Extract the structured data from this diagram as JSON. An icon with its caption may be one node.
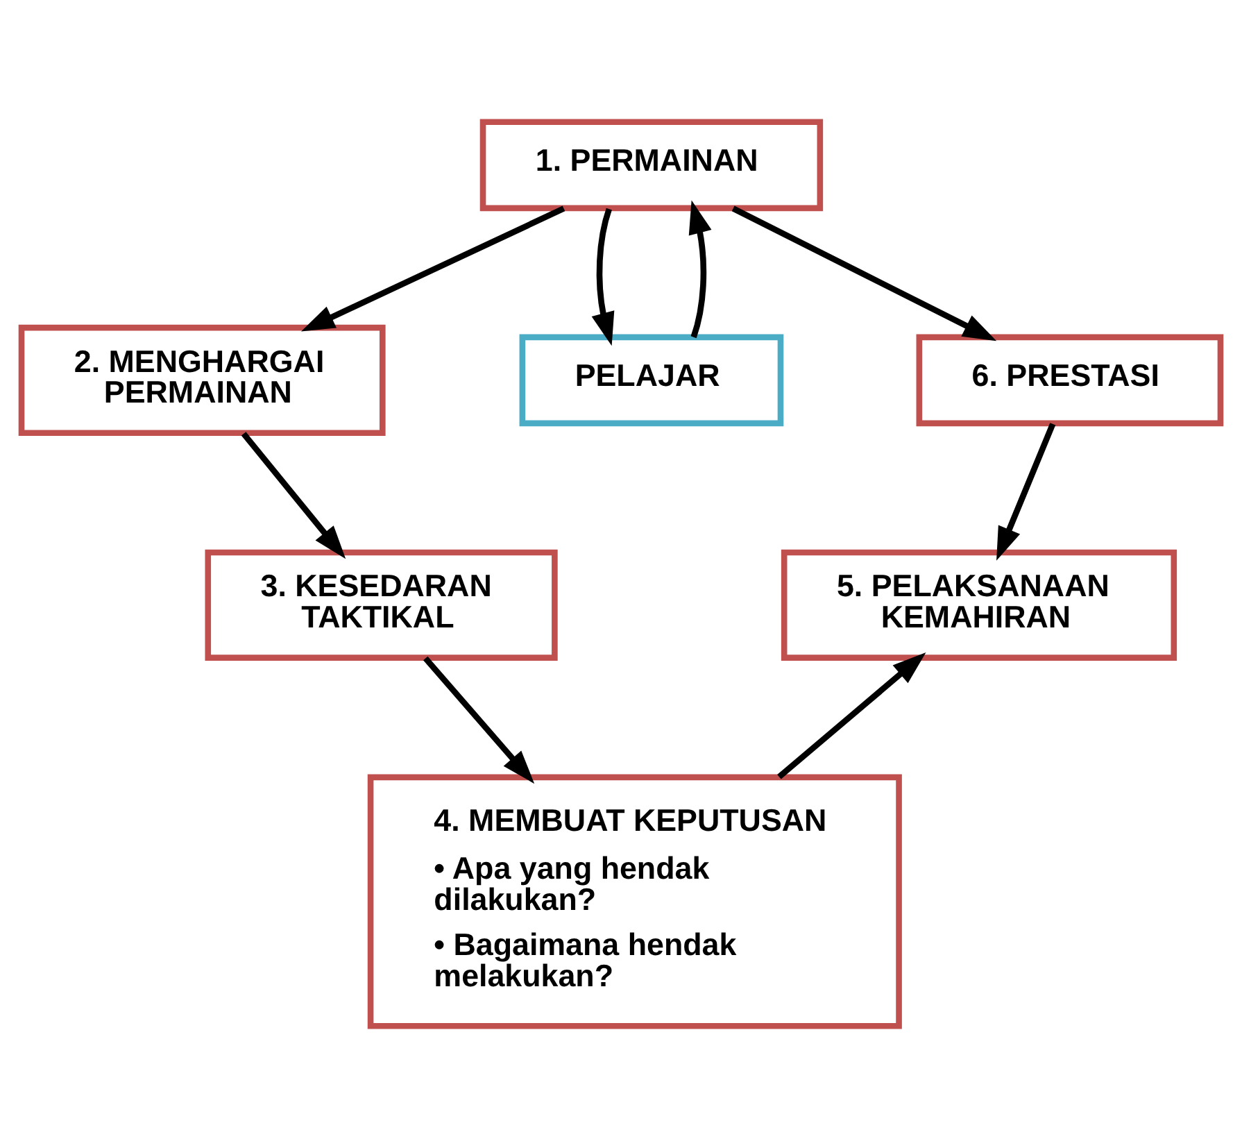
{
  "diagram": {
    "nodes": [
      {
        "text": [
          "1. PERMAINAN"
        ]
      },
      {
        "text": [
          "2. MENGHARGAI PERMAINAN"
        ]
      },
      {
        "text": [
          "6. PRESTASI"
        ]
      },
      {
        "text": [
          "PELAJAR"
        ]
      },
      {
        "text": [
          "3. KESEDARAN TAKTIKAL"
        ]
      },
      {
        "text": [
          "5. PELAKSANAAN KEMAHIRAN"
        ]
      },
      {
        "text": [
          "4. MEMBUAT KEPUTUSAN",
          "• Apa yang hendak dilakukan?",
          "• Bagaimana hendak melakukan?"
        ]
      }
    ],
    "edges": [
      {
        "from": 0,
        "to": 1,
        "arrow": "to"
      },
      {
        "from": 0,
        "to": 2,
        "arrow": "to"
      },
      {
        "from": 0,
        "to": 3,
        "arrow": "to"
      },
      {
        "from": 3,
        "to": 0,
        "arrow": "to"
      },
      {
        "from": 1,
        "to": 4,
        "arrow": "to"
      },
      {
        "from": 2,
        "to": 5,
        "arrow": "to"
      },
      {
        "from": 4,
        "to": 6,
        "arrow": "to"
      },
      {
        "from": 6,
        "to": 5,
        "arrow": "to"
      }
    ]
  }
}
